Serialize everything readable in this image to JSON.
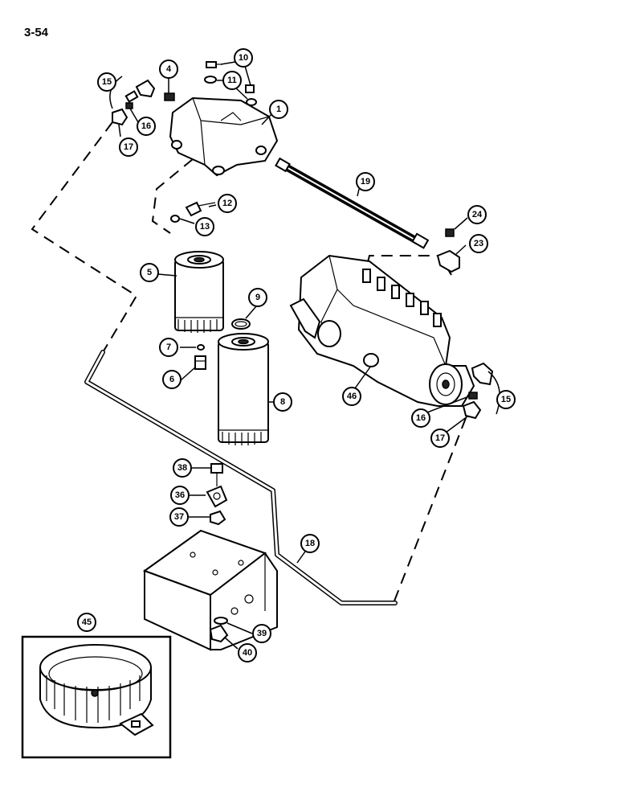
{
  "page": {
    "number": "3-54"
  },
  "callouts": {
    "c1": "1",
    "c4": "4",
    "c5": "5",
    "c6": "6",
    "c7": "7",
    "c8": "8",
    "c9": "9",
    "c10": "10",
    "c11": "11",
    "c12": "12",
    "c13": "13",
    "c15a": "15",
    "c15b": "15",
    "c16a": "16",
    "c16b": "16",
    "c17a": "17",
    "c17b": "17",
    "c18": "18",
    "c19": "19",
    "c23": "23",
    "c24": "24",
    "c36": "36",
    "c37": "37",
    "c38": "38",
    "c39": "39",
    "c40": "40",
    "c45": "45",
    "c46": "46"
  }
}
